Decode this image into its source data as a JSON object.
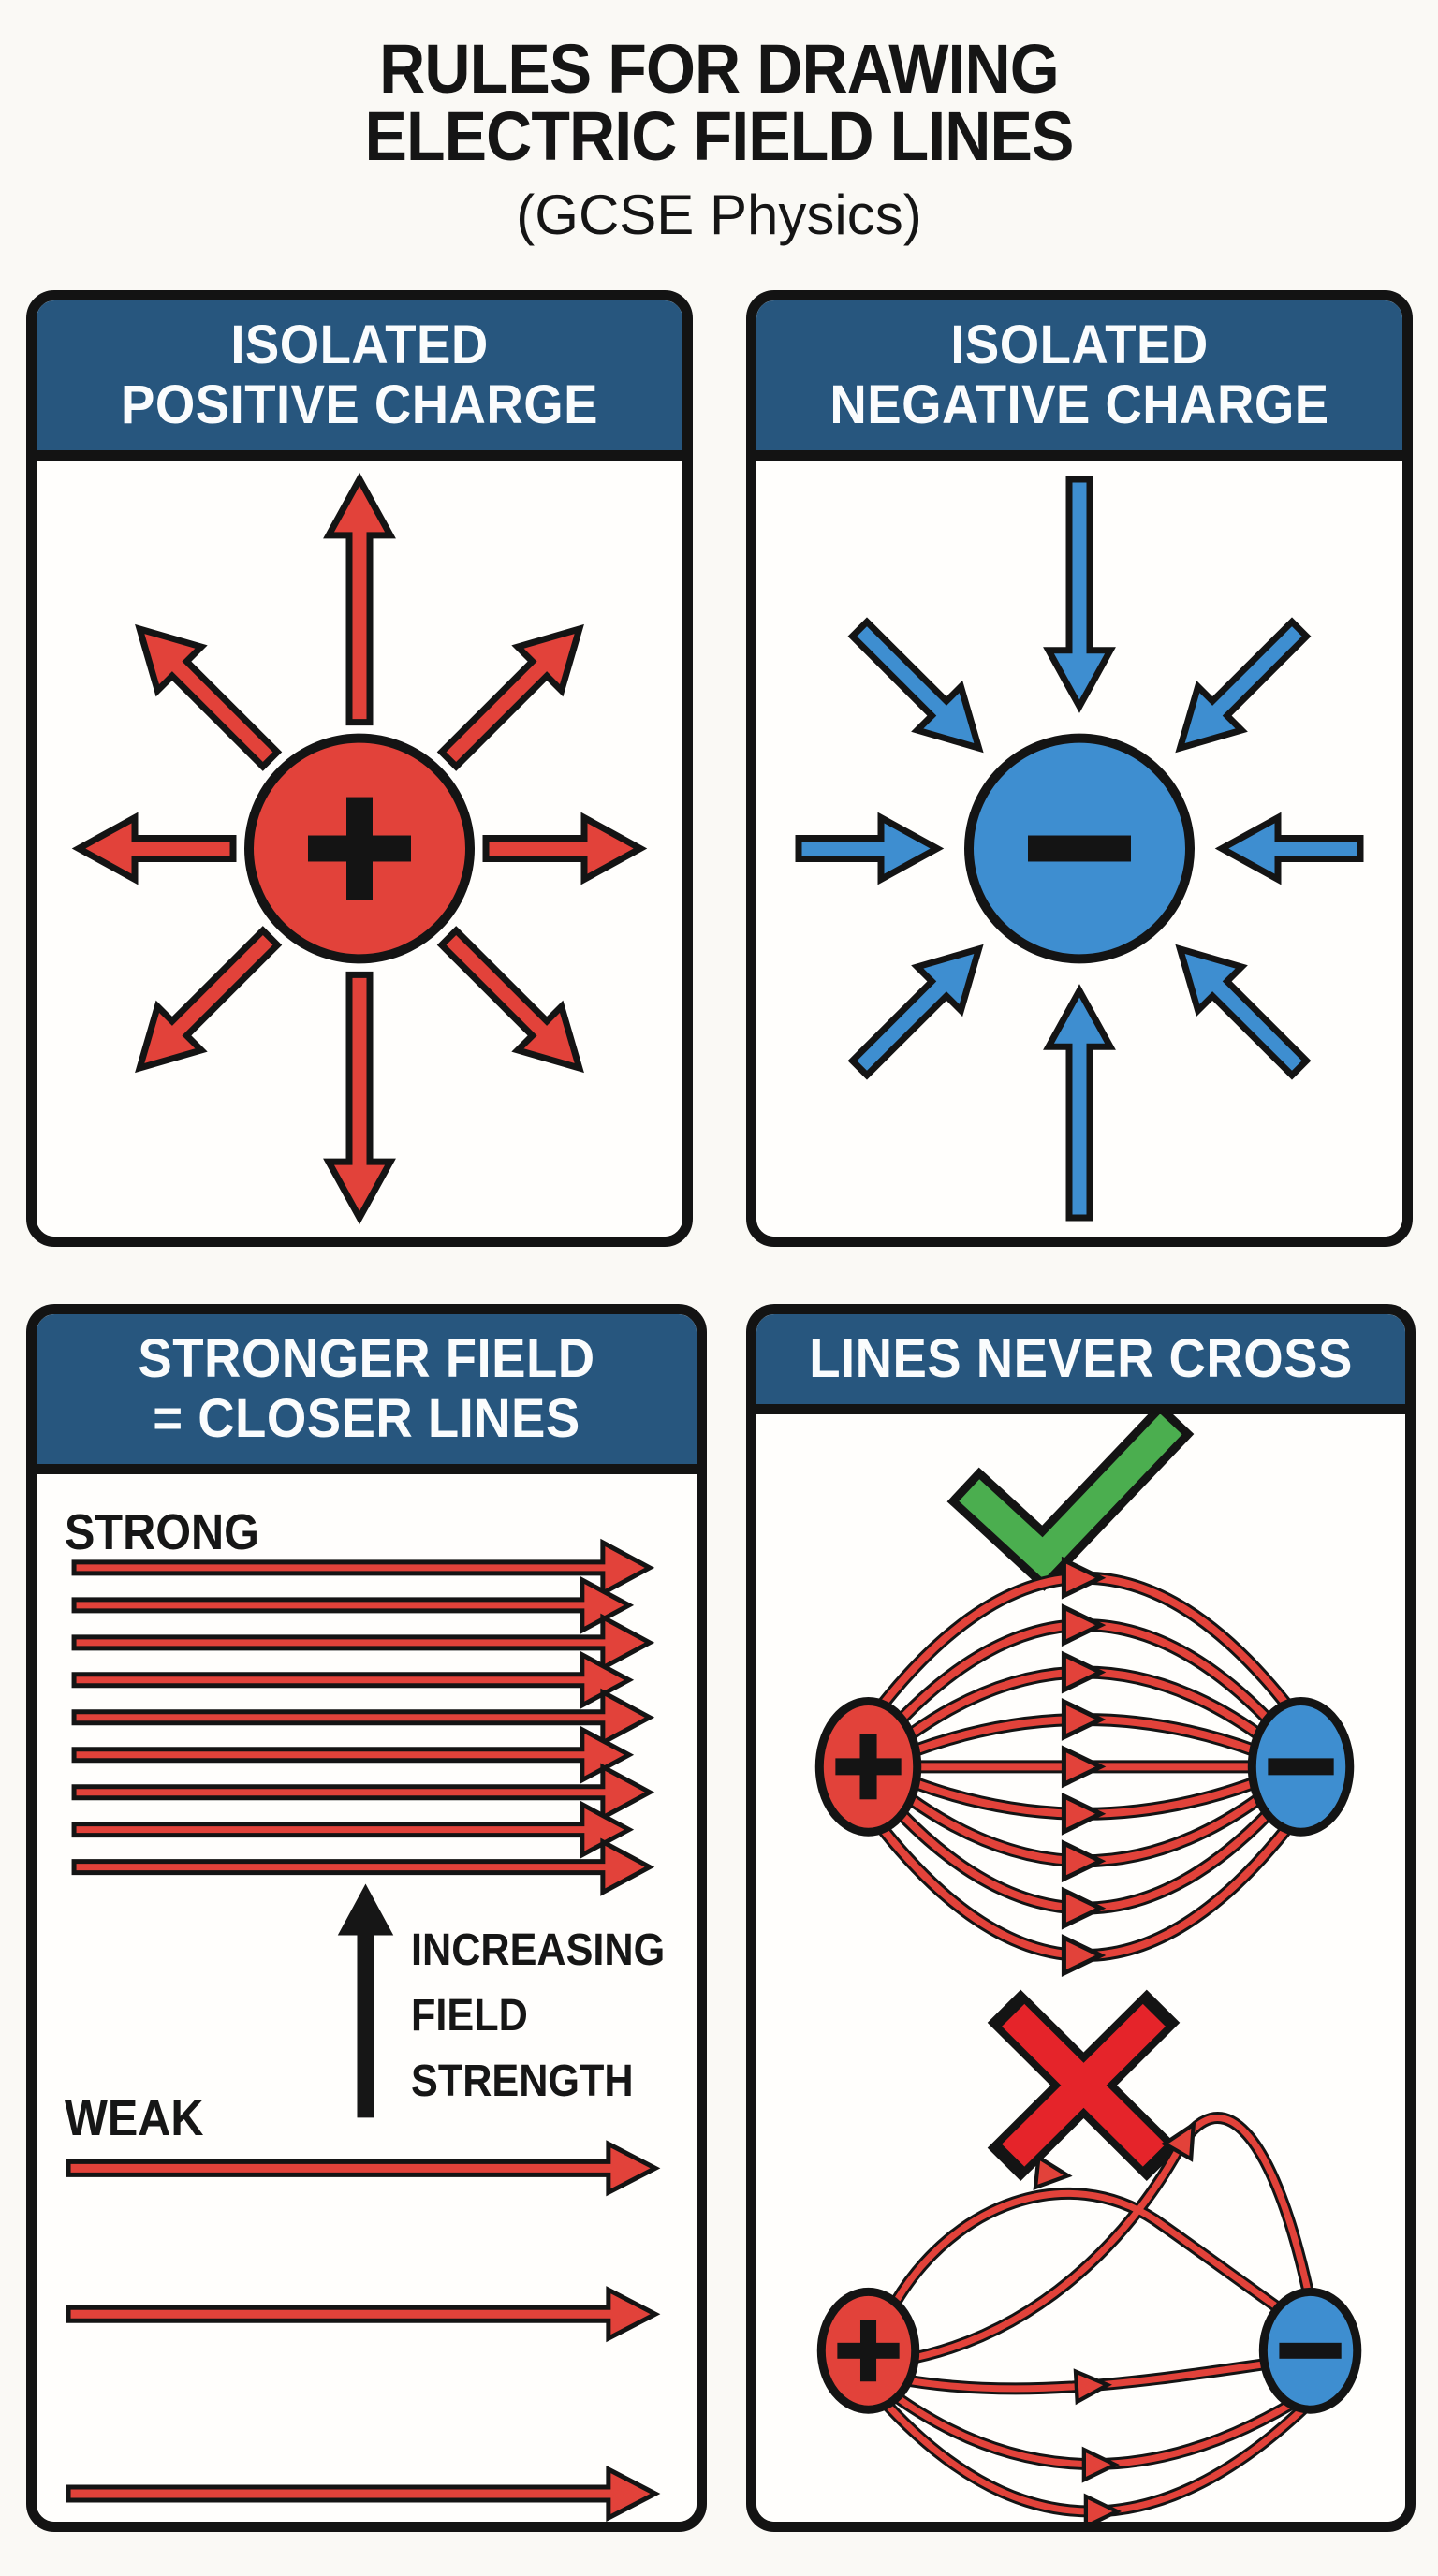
{
  "page": {
    "title_line1": "RULES FOR DRAWING",
    "title_line2": "ELECTRIC FIELD LINES",
    "subtitle": "(GCSE Physics)"
  },
  "colors": {
    "page_bg": "#FAF9F5",
    "header_bg": "#27567E",
    "ink": "#141414",
    "field_red": "#E2423A",
    "charge_blue": "#3E8ED0",
    "check_green": "#4BAE4F",
    "cross_red": "#E5242A"
  },
  "panels": {
    "positive": {
      "title_line1": "ISOLATED",
      "title_line2": "POSITIVE CHARGE",
      "charge_symbol": "+",
      "field_direction": "outward",
      "field_arrow_count": 8
    },
    "negative": {
      "title_line1": "ISOLATED",
      "title_line2": "NEGATIVE CHARGE",
      "charge_symbol": "−",
      "field_direction": "inward",
      "field_arrow_count": 8
    },
    "strength": {
      "title_line1": "STRONGER FIELD",
      "title_line2": "= CLOSER LINES",
      "strong_label": "STRONG",
      "weak_label": "WEAK",
      "axis_label_lines": [
        "INCREASING",
        "FIELD",
        "STRENGTH"
      ],
      "strong_arrow_count": 9,
      "weak_arrow_count": 3
    },
    "crossing": {
      "title": "LINES NEVER CROSS",
      "correct_mark": "check",
      "incorrect_mark": "cross",
      "plus_symbol": "+",
      "minus_symbol": "−",
      "correct_line_count": 9,
      "incorrect_line_count": 5
    }
  }
}
